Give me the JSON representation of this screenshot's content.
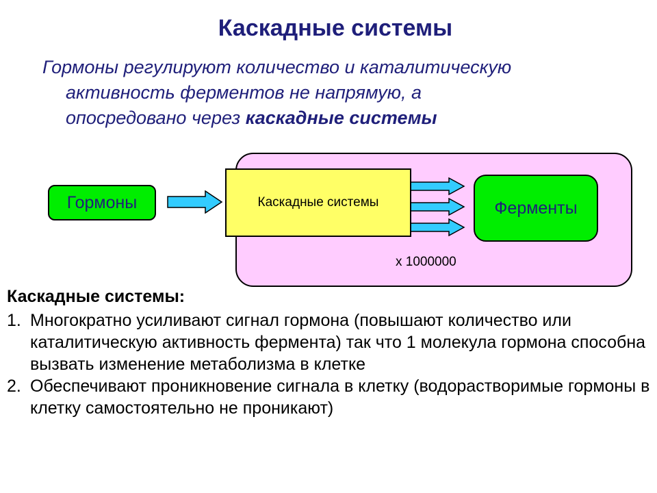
{
  "slide": {
    "title": "Каскадные системы",
    "intro": {
      "line1": "Гормоны регулируют количество и каталитическую",
      "line2": "активность ферментов не напрямую, а",
      "line3_prefix": "опосредовано через ",
      "line3_bold": "каскадные системы"
    },
    "diagram": {
      "hormones_label": "Гормоны",
      "cascade_label": "Каскадные системы",
      "enzymes_label": "Ферменты",
      "multiplier": "х 1000000"
    },
    "section": {
      "heading": "Каскадные системы:",
      "items": [
        {
          "number": "1.",
          "text": "Многократно усиливают сигнал гормона (повышают количество или каталитическую активность фермента) так что 1 молекула гормона способна вызвать изменение метаболизма в клетке"
        },
        {
          "number": "2.",
          "text": "Обеспечивают проникновение сигнала в клетку (водорастворимые гормоны в клетку самостоятельно не проникают)"
        }
      ]
    }
  }
}
